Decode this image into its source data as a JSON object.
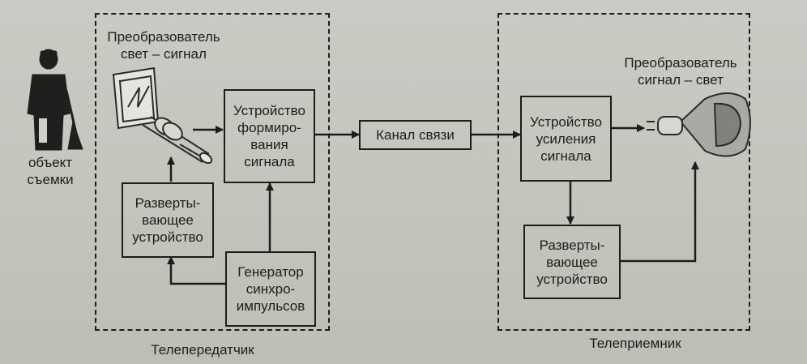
{
  "diagram": {
    "object": {
      "label": "объект\nсъемки"
    },
    "transmitter": {
      "title": "Телепередатчик",
      "converter_label": "Преобразователь\nсвет – сигнал",
      "forming_unit": "Устройство\nформиро-\nвания\nсигнала",
      "scanning_unit": "Разверты-\nвающее\nустройство",
      "sync_generator": "Генератор\nсинхро-\nимпульсов"
    },
    "channel": {
      "label": "Канал связи"
    },
    "receiver": {
      "title": "Телеприемник",
      "converter_label": "Преобразователь\nсигнал – свет",
      "amplifier_unit": "Устройство\nусиления\nсигнала",
      "scanning_unit": "Разверты-\nвающее\nустройство"
    }
  }
}
